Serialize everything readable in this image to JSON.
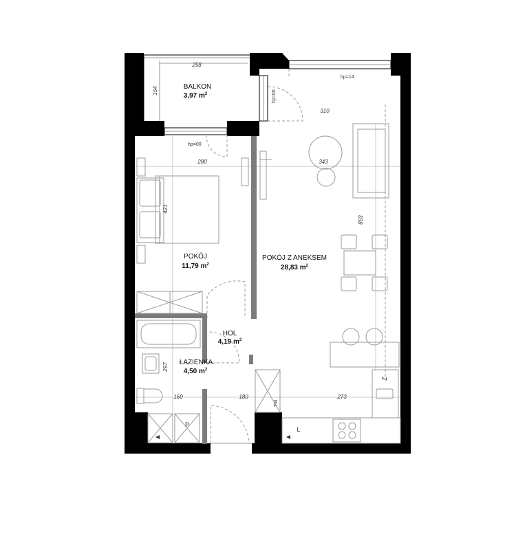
{
  "rooms": {
    "balkon": {
      "name": "BALKON",
      "area": "3,97 m",
      "unit_sup": "2"
    },
    "pokoj": {
      "name": "POKÓJ",
      "area": "11,79 m",
      "unit_sup": "2"
    },
    "pokoj_aneks": {
      "name": "POKÓJ Z ANEKSEM",
      "area": "28,83 m",
      "unit_sup": "2"
    },
    "hol": {
      "name": "HOL",
      "area": "4,19 m",
      "unit_sup": "2"
    },
    "lazienka": {
      "name": "ŁAZIENKA",
      "area": "4,50 m",
      "unit_sup": "2"
    }
  },
  "dimensions": {
    "balkon_width": "258",
    "balkon_depth": "154",
    "hp_door_right": "hp=00",
    "hp_window_top": "hp=14",
    "hp_door_left": "hp=00",
    "d310": "310",
    "d280": "280",
    "d343": "343",
    "d421": "421",
    "d893": "893",
    "d297": "297",
    "d160": "160",
    "d180": "180",
    "d273": "273"
  },
  "fixtures": {
    "p_label": "P",
    "tm_label": "TM",
    "l_label": "L",
    "z_label": "Z"
  }
}
